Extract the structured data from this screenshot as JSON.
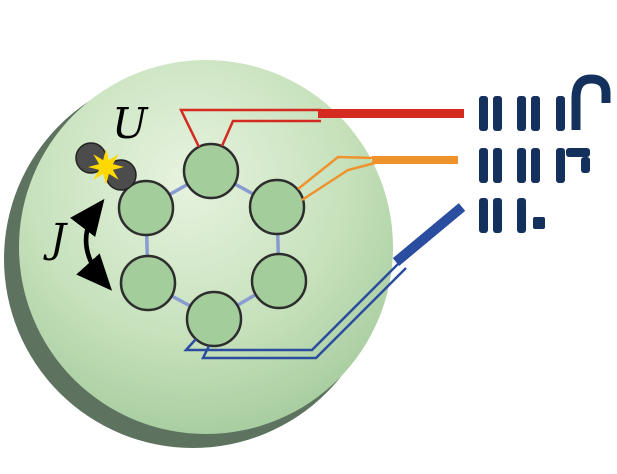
{
  "figure": {
    "name": "ring-lattice-quantum-simulator-diagram",
    "labels": {
      "interaction": "U",
      "hopping": "J"
    },
    "colors": {
      "background": "#ffffff",
      "sphere_shadow": "#5d7360",
      "sphere_inner": "#e7f3df",
      "sphere_mid": "#c6e1bb",
      "sphere_outer": "#9dc697",
      "site_fill": "#a4cd9c",
      "site_stroke": "#2d2d2d",
      "ring_stroke": "#8a9bd0",
      "atom_fill": "#4c4c4c",
      "atom_stroke": "#222222",
      "spark_fill": "#ffd800",
      "arrow_stroke": "#000000",
      "wire_red": "#d42a20",
      "wire_orange": "#f0922c",
      "wire_blue": "#2b4da0",
      "glyph_navy": "#14315d"
    },
    "lattice": {
      "site_count": 6
    },
    "readout": {
      "rows": [
        {
          "name": "row-1",
          "wire": "red"
        },
        {
          "name": "row-2",
          "wire": "orange"
        },
        {
          "name": "row-3",
          "wire": "blue"
        }
      ]
    }
  }
}
